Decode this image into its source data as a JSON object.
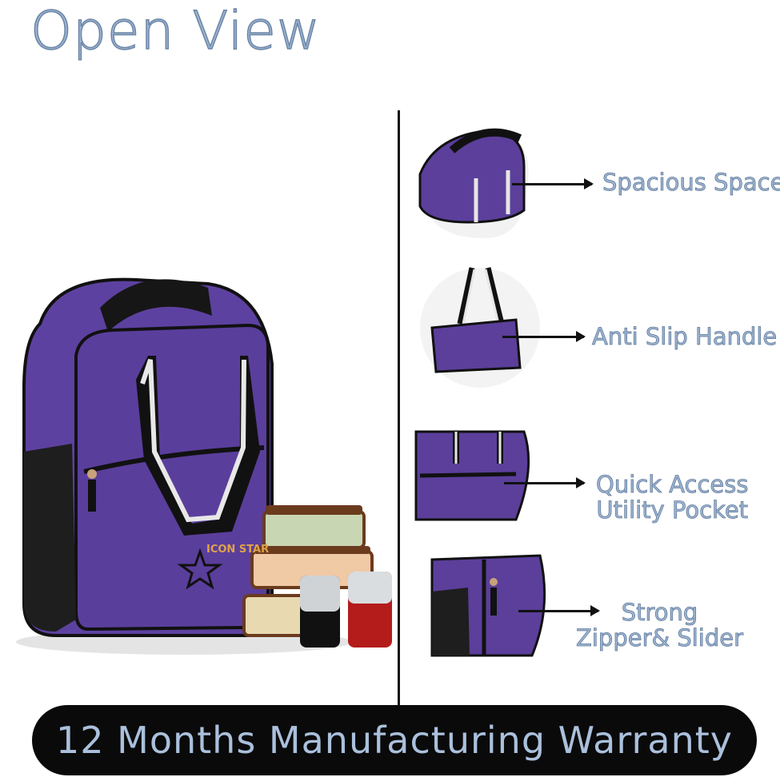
{
  "title": "Open View",
  "product": {
    "brand_logo": "ICON STAR",
    "colors": {
      "bag": "#5a3f9a",
      "trim": "#111111",
      "strap": "#e6e6e6"
    }
  },
  "features": [
    {
      "label_lines": [
        "Spacious Space"
      ],
      "thumb": "bag-top-closeup"
    },
    {
      "label_lines": [
        "Anti Slip Handle"
      ],
      "thumb": "handle-closeup"
    },
    {
      "label_lines": [
        "Quick Access",
        "Utility Pocket"
      ],
      "thumb": "pocket-closeup"
    },
    {
      "label_lines": [
        "Strong",
        "Zipper& Slider"
      ],
      "thumb": "zipper-closeup"
    }
  ],
  "banner": {
    "text": "12 Months Manufacturing Warranty"
  }
}
